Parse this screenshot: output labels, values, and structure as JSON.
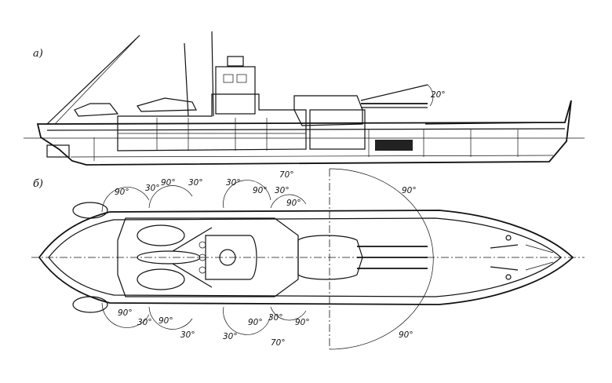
{
  "labels": {
    "view_a": "а)",
    "view_b": "б)"
  },
  "side_view": {
    "elevation": "20°"
  },
  "top_view": {
    "arcs_top": [
      "90°",
      "30°",
      "90°",
      "30°",
      "30°",
      "90°",
      "30°",
      "90°",
      "70°",
      "90°"
    ],
    "arcs_bottom": [
      "90°",
      "30°",
      "90°",
      "30°",
      "30°",
      "90°",
      "30°",
      "90°",
      "70°",
      "90°"
    ]
  },
  "colors": {
    "ink": "#111111",
    "paper": "#ffffff"
  }
}
